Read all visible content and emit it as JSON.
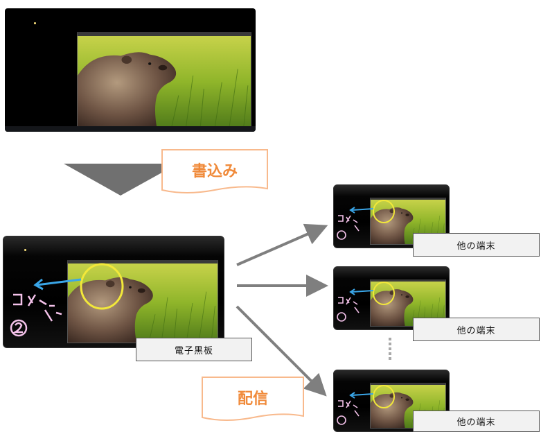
{
  "source_screen": {
    "name": "source screen"
  },
  "write_note": {
    "label": "書込み",
    "color": "#f08a3a"
  },
  "distribute_note": {
    "label": "配信",
    "color": "#f08a3a"
  },
  "whiteboard": {
    "label": "電子黒板"
  },
  "terminals": [
    {
      "label": "他の端末"
    },
    {
      "label": "他の端末"
    },
    {
      "label": "他の端末"
    }
  ],
  "colors": {
    "arrow": "#7f7f7f",
    "circle_annotation": "#f2e83a",
    "arrow_annotation": "#3aa6e8",
    "handwriting": "#f4c2ea",
    "note_border": "#f8b98c"
  }
}
